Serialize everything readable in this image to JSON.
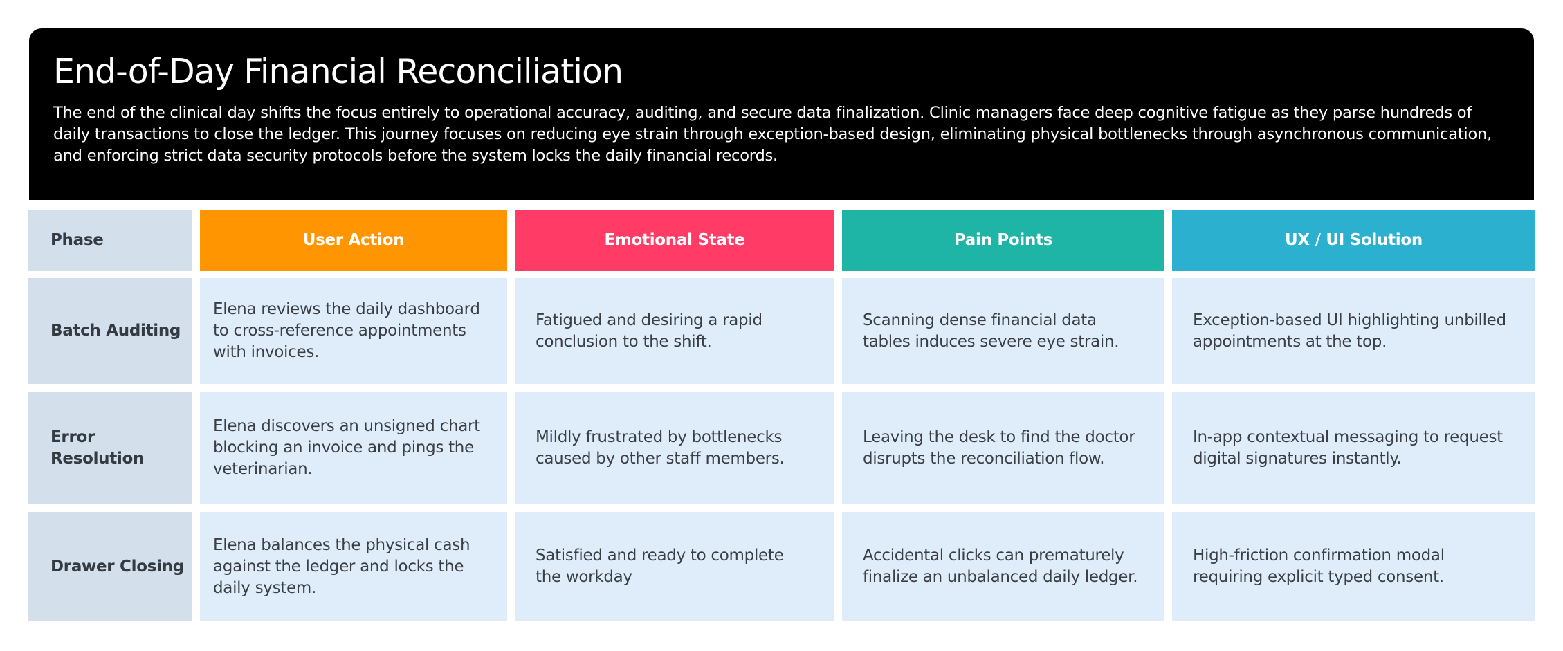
{
  "header": {
    "title": "End-of-Day Financial Reconciliation",
    "description": "The end of the clinical day shifts the focus entirely to operational accuracy, auditing, and secure data finalization. Clinic managers face deep cognitive fatigue as they parse hundreds of daily transactions to close the ledger. This journey focuses on reducing eye strain through exception-based design, eliminating physical bottlenecks through asynchronous communication, and enforcing strict data security protocols before the system locks the daily financial records."
  },
  "columns": {
    "phase": "Phase",
    "action": "User Action",
    "emotion": "Emotional State",
    "pain": "Pain Points",
    "ux": "UX / UI Solution"
  },
  "colors": {
    "phase_header": "#d3dfea",
    "action_header": "#ff9500",
    "emotion_header": "#ff3b66",
    "pain_header": "#1fb5a6",
    "ux_header": "#2cb0cf",
    "cell_bg": "#dfedfb"
  },
  "rows": [
    {
      "phase": "Batch Auditing",
      "action": "Elena reviews the daily dashboard to cross-reference appointments with invoices.",
      "emotion": "Fatigued and desiring a rapid conclusion to the shift.",
      "pain": "Scanning dense financial data tables induces severe eye strain.",
      "ux": "Exception-based UI highlighting unbilled appointments at the top."
    },
    {
      "phase": "Error Resolution",
      "action": "Elena discovers an unsigned chart blocking an invoice and pings the veterinarian.",
      "emotion": "Mildly frustrated by bottlenecks caused by other staff members.",
      "pain": "Leaving the desk to find the doctor disrupts the reconciliation flow.",
      "ux": "In-app contextual messaging to request digital signatures instantly."
    },
    {
      "phase": "Drawer Closing",
      "action": "Elena balances the physical cash against the ledger and locks the daily system.",
      "emotion": "Satisfied and ready to complete the workday",
      "pain": "Accidental clicks can prematurely finalize an unbalanced daily ledger.",
      "ux": "High-friction confirmation modal requiring explicit typed consent."
    }
  ]
}
